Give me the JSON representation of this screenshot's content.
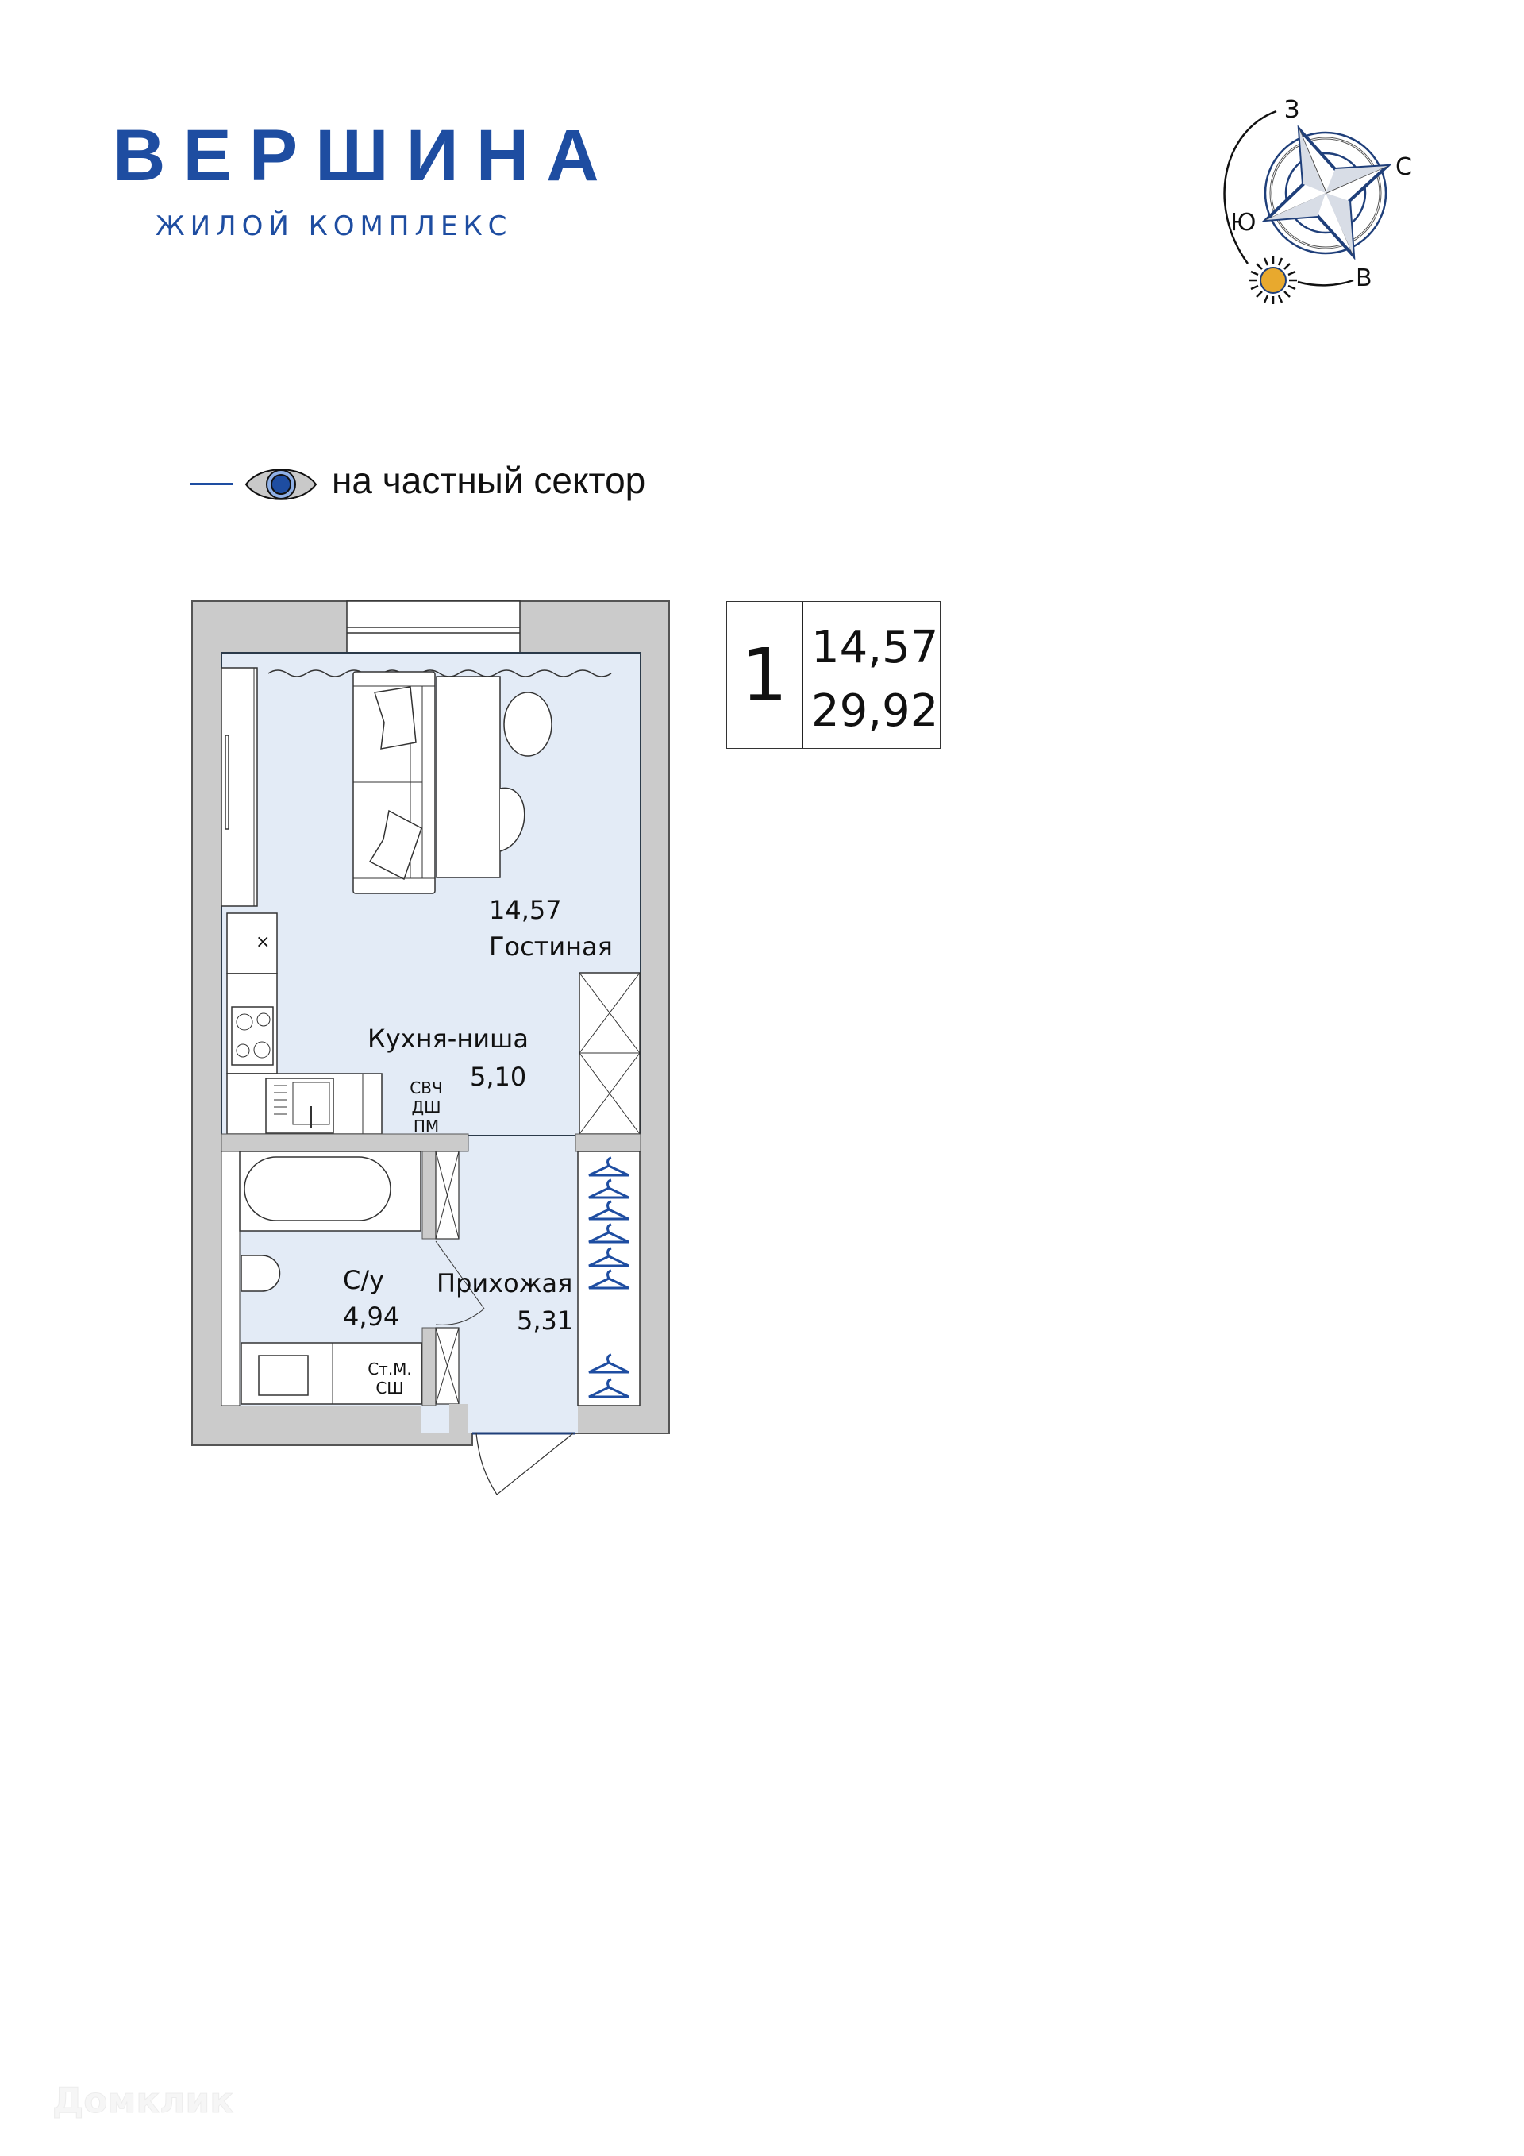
{
  "header": {
    "logo_title": "ВЕРШИНА",
    "logo_subtitle": "ЖИЛОЙ КОМПЛЕКС",
    "brand_color": "#1e4da1"
  },
  "compass": {
    "labels": {
      "north": "С",
      "south": "Ю",
      "west": "З",
      "east": "В"
    },
    "sun_icon": "sun-icon",
    "sun_color": "#e8a92e",
    "star_color": "#1f3f7a"
  },
  "legend": {
    "line_color": "#1e4da1",
    "icon": "eye-icon",
    "text": "на частный сектор"
  },
  "summary": {
    "rooms_count": "1",
    "living_area": "14,57",
    "total_area": "29,92"
  },
  "plan": {
    "wall_color": "#cbcbcb",
    "floor_color": "#e3ebf6",
    "rooms": [
      {
        "id": "living",
        "area": "14,57",
        "name": "Гостиная"
      },
      {
        "id": "kitchen",
        "name": "Кухня-ниша",
        "area": "5,10"
      },
      {
        "id": "bathroom",
        "name": "С/у",
        "area": "4,94"
      },
      {
        "id": "hallway",
        "name": "Прихожая",
        "area": "5,31"
      }
    ],
    "appliance_labels": {
      "kitchen": [
        "СВЧ",
        "ДШ",
        "ПМ"
      ],
      "bathroom": [
        "Ст.М.",
        "СШ"
      ],
      "fridge": "×"
    }
  },
  "watermark": {
    "text": "Домклик"
  }
}
